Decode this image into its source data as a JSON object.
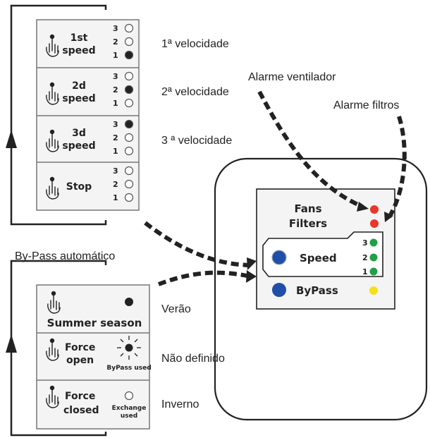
{
  "speed_panel": {
    "rows": [
      {
        "label_line1": "1st",
        "label_line2": "speed",
        "caption": "1ª velocidade",
        "active_level": 1
      },
      {
        "label_line1": "2d",
        "label_line2": "speed",
        "caption": "2ª velocidade",
        "active_level": 2
      },
      {
        "label_line1": "3d",
        "label_line2": "speed",
        "caption": "3 ª velocidade",
        "active_level": 3
      },
      {
        "label_line1": "Stop",
        "label_line2": "",
        "caption": "",
        "active_level": 0
      }
    ],
    "levels": [
      "3",
      "2",
      "1"
    ]
  },
  "bypass_panel": {
    "title": "By-Pass automático",
    "rows": [
      {
        "label_line1": "",
        "label_line2": "Summer season",
        "indicator_text": "",
        "indicator_text2": "",
        "caption": "Verão"
      },
      {
        "label_line1": "Force",
        "label_line2": "open",
        "indicator_text": "ByPass used",
        "indicator_text2": "",
        "caption": "Não definido"
      },
      {
        "label_line1": "Force",
        "label_line2": "closed",
        "indicator_text": "Exchange",
        "indicator_text2": "used",
        "caption": "Inverno"
      }
    ]
  },
  "control_unit": {
    "fans_label": "Fans",
    "filters_label": "Filters",
    "speed_label": "Speed",
    "bypass_label": "ByPass",
    "levels": [
      "3",
      "2",
      "1"
    ]
  },
  "annotations": {
    "alarm_fan": "Alarme ventilador",
    "alarm_filters": "Alarme filtros"
  },
  "colors": {
    "red": "#e8372b",
    "green": "#22a047",
    "yellow": "#f2e11a",
    "blue": "#1f4fa8",
    "panel_border": "#777777",
    "dark": "#222222"
  }
}
